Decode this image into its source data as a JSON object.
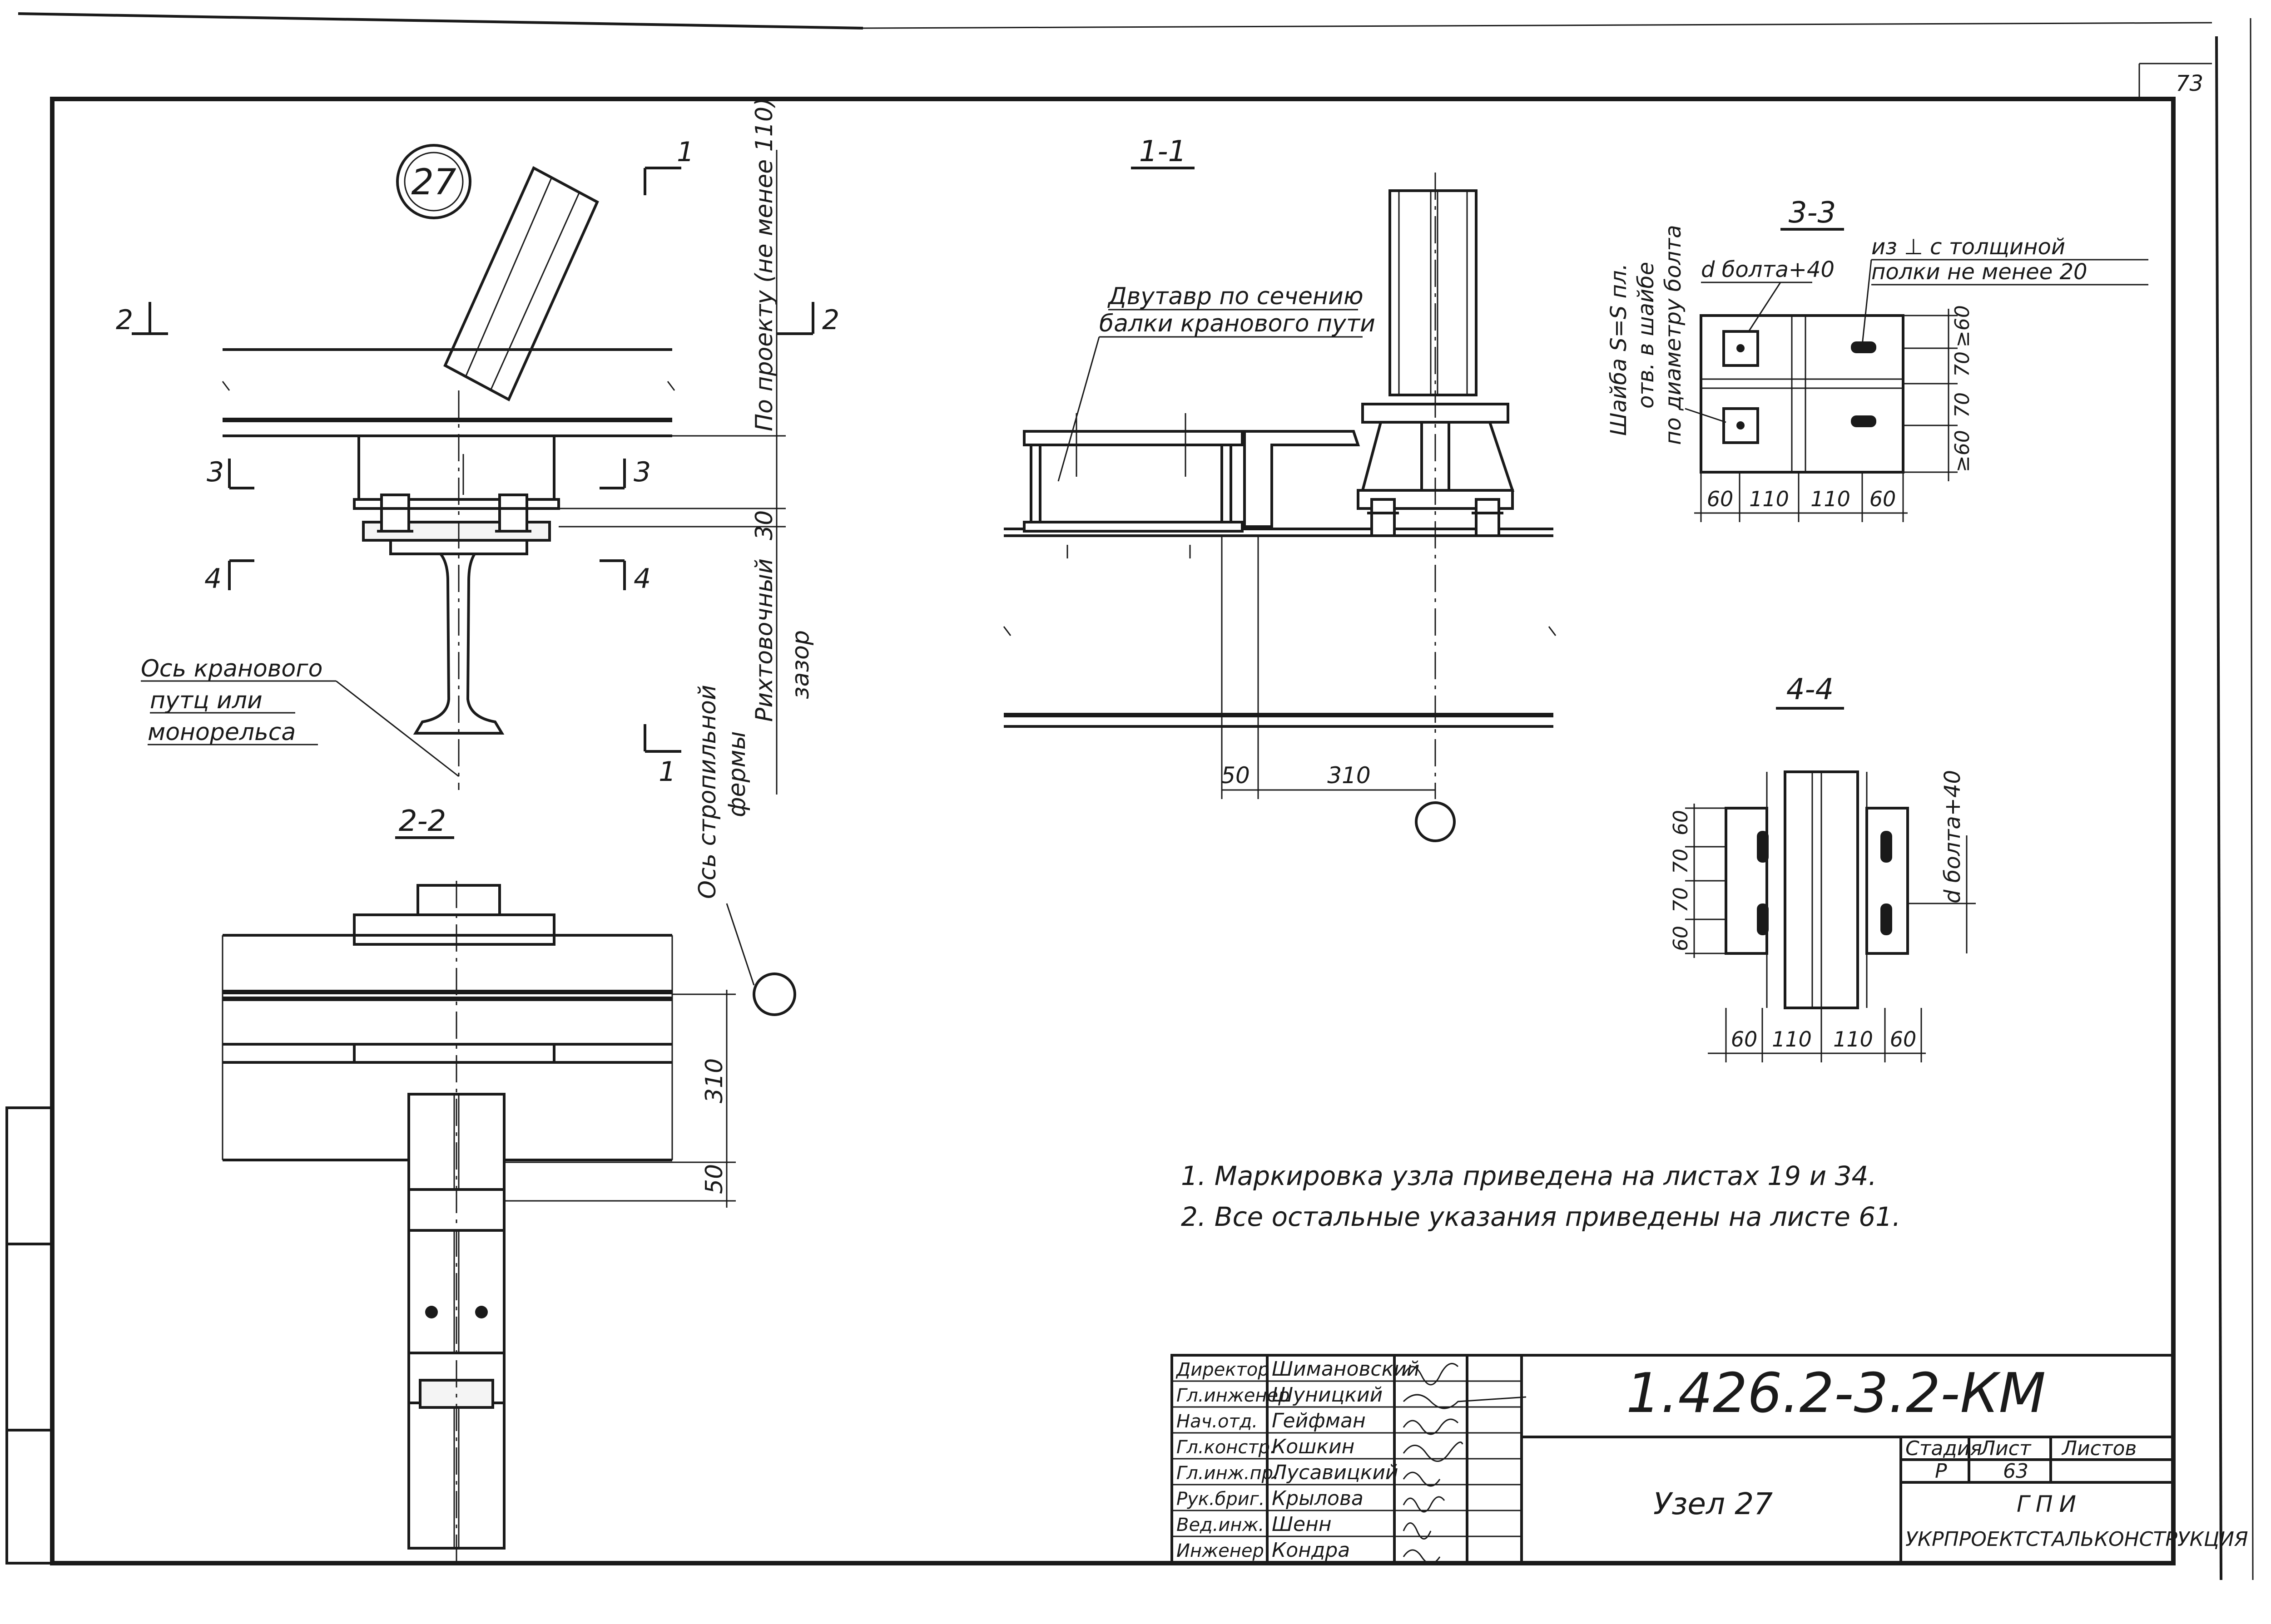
{
  "node": {
    "number": "27"
  },
  "section_marks": {
    "s1_top": "1",
    "s1_bottom": "1",
    "s2_left": "2",
    "s2_right": "2",
    "s3_left": "3",
    "s3_right": "3",
    "s4_left": "4",
    "s4_right": "4"
  },
  "section_titles": {
    "s1": "1-1",
    "s2": "2-2",
    "s3": "3-3",
    "s4": "4-4"
  },
  "labels": {
    "crane_axis": [
      "Ось кранового",
      "путц или",
      "монорельса"
    ],
    "truss_axis": [
      "Ось стропильной",
      "фермы"
    ],
    "rectify_gap": [
      "Рихтовочный",
      "зазор"
    ],
    "by_project": "По проекту (не менее 110)",
    "ibeam": [
      "Двутавр по сечению",
      "балки кранового пути"
    ],
    "washer": [
      "Шайба S=S пл.",
      "отв. в шайбе",
      "по диаметру болта"
    ],
    "bolt_d40": "d болта+40",
    "angle_note": [
      "из ⊥ с толщиной",
      "полки не менее 20"
    ]
  },
  "dimensions": {
    "d30": "30",
    "d50_plan": "50",
    "d310_plan": "310",
    "d50_side": "50",
    "d310_side": "310",
    "s3_h": [
      "60",
      "110",
      "110",
      "60"
    ],
    "s3_v": [
      "≥60",
      "70",
      "70",
      "≥60"
    ],
    "s4_h": [
      "60",
      "110",
      "110",
      "60"
    ],
    "s4_v": [
      "60",
      "70",
      "70",
      "60"
    ]
  },
  "notes": [
    "1. Маркировка узла приведена на листах 19 и 34.",
    "2. Все остальные указания приведены на листе 61."
  ],
  "title_block": {
    "code": "1.426.2-3.2-КМ",
    "node_title": "Узел 27",
    "stage_header": "Стадия",
    "sheet_header": "Лист",
    "sheets_header": "Листов",
    "stage": "Р",
    "sheet": "63",
    "sheets": "",
    "org": "УКРПРОЕКТСТАЛЬКОНСТРУКЦИЯ",
    "org_logo": "ГПИ",
    "sheet_corner": "73",
    "staff": [
      {
        "role": "Директор",
        "name": "Шимановский"
      },
      {
        "role": "Гл.инженер",
        "name": "Шуницкий"
      },
      {
        "role": "Нач.отд.",
        "name": "Гейфман"
      },
      {
        "role": "Гл.констр.",
        "name": "Кошкин"
      },
      {
        "role": "Гл.инж.пр.",
        "name": "Лусавицкий"
      },
      {
        "role": "Рук.бриг.",
        "name": "Крылова"
      },
      {
        "role": "Вед.инж.",
        "name": "Шенн"
      },
      {
        "role": "Инженер",
        "name": "Кондра"
      }
    ]
  }
}
